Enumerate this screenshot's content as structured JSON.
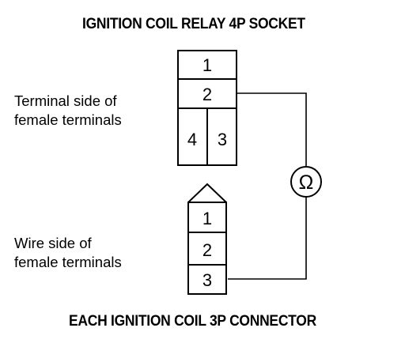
{
  "titles": {
    "top": "IGNITION COIL RELAY 4P SOCKET",
    "bottom": "EACH IGNITION COIL 3P CONNECTOR"
  },
  "labels": {
    "terminal_side_line1": "Terminal side of",
    "terminal_side_line2": "female terminals",
    "wire_side_line1": "Wire side of",
    "wire_side_line2": "female terminals"
  },
  "socket_4p": {
    "terminals": [
      "1",
      "2",
      "4",
      "3"
    ]
  },
  "connector_3p": {
    "terminals": [
      "1",
      "2",
      "3"
    ]
  },
  "meter": {
    "symbol": "Ω",
    "icon": "ohmmeter-icon"
  }
}
